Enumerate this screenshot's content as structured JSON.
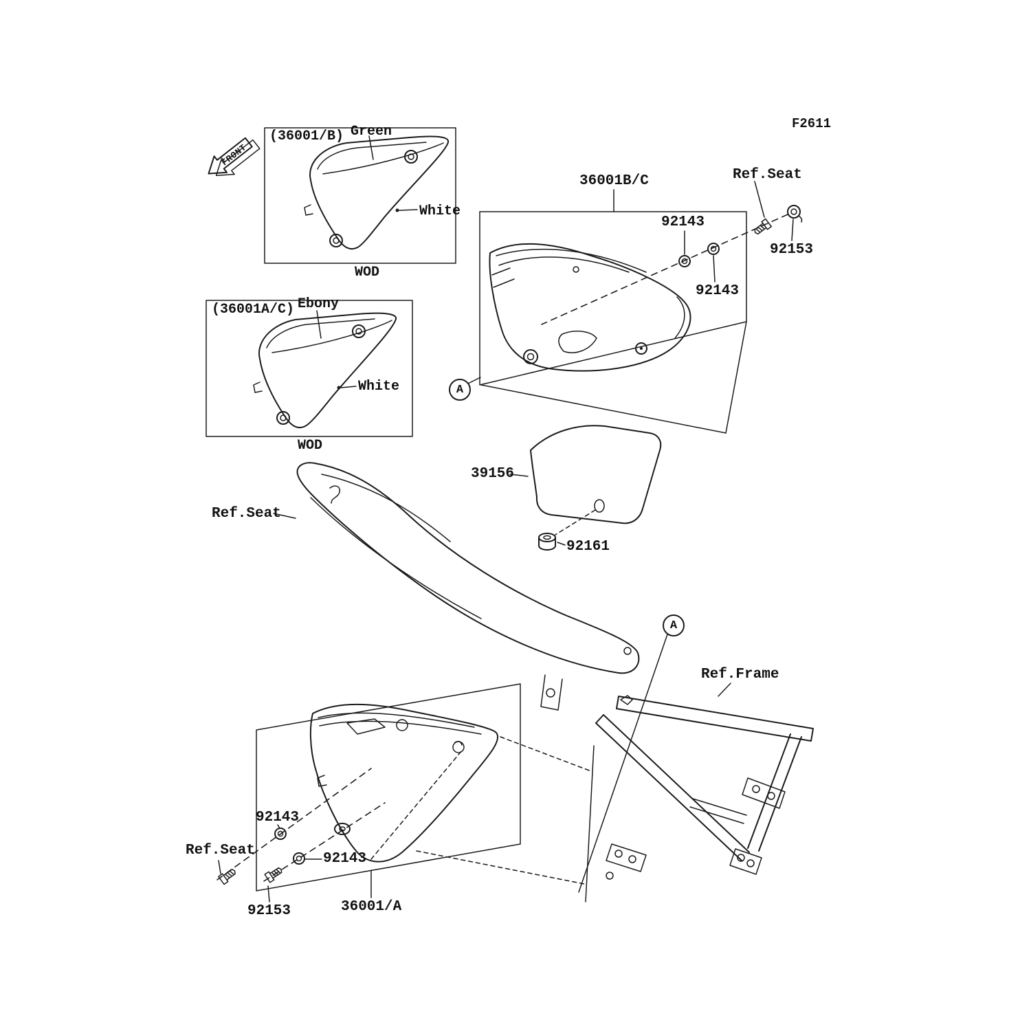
{
  "page": {
    "diagram_code": "F2611",
    "front_marker": "FRONT"
  },
  "inset_green": {
    "part_no": "(36001/B)",
    "finish_primary": "Green",
    "finish_secondary": "White",
    "variant_code": "WOD"
  },
  "inset_ebony": {
    "part_no": "(36001A/C)",
    "finish_primary": "Ebony",
    "finish_secondary": "White",
    "variant_code": "WOD"
  },
  "labels": {
    "cover_right": "36001B/C",
    "cover_left": "36001/A",
    "number_plate": "39156",
    "grommet": "92161",
    "damper_top_left": "92143",
    "damper_top_right": "92143",
    "damper_bottom_left": "92143",
    "damper_bottom_right": "92143",
    "screw_top": "92153",
    "screw_bottom": "92153",
    "ref_seat_top": "Ref.Seat",
    "ref_seat_mid": "Ref.Seat",
    "ref_seat_bottom": "Ref.Seat",
    "ref_frame": "Ref.Frame",
    "callout_a": "A"
  }
}
